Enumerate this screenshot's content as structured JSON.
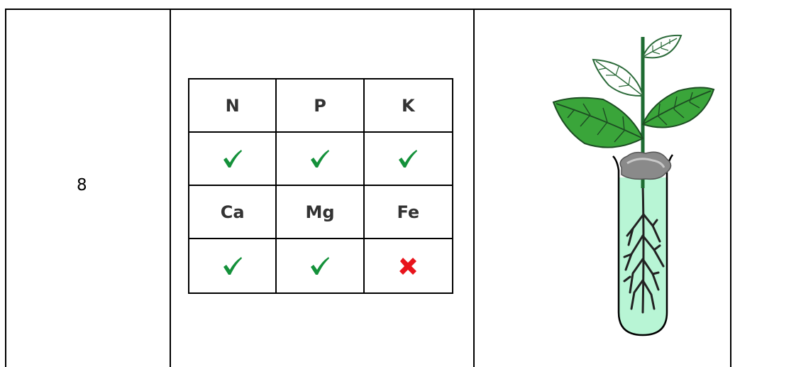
{
  "row": {
    "number": "8"
  },
  "nutrients": {
    "row1": [
      {
        "symbol": "N",
        "present": true
      },
      {
        "symbol": "P",
        "present": true
      },
      {
        "symbol": "K",
        "present": true
      }
    ],
    "row2": [
      {
        "symbol": "Ca",
        "present": true
      },
      {
        "symbol": "Mg",
        "present": true
      },
      {
        "symbol": "Fe",
        "present": false
      }
    ]
  },
  "colors": {
    "check": "#14913a",
    "cross": "#e8141c",
    "leaf_green": "#3aa53a",
    "stem": "#1e6b32",
    "solution": "#b8f5d5"
  },
  "icons": {
    "present": "check-icon",
    "absent": "cross-icon",
    "illustration": "plant-in-test-tube"
  }
}
